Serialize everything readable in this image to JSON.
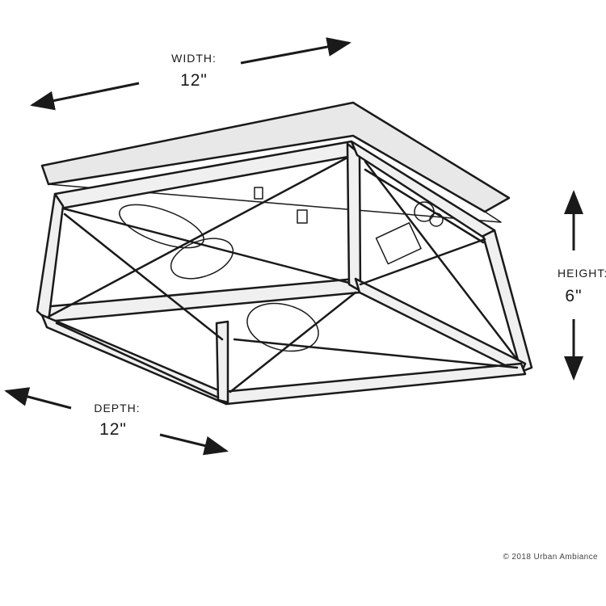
{
  "dimensions": {
    "width": {
      "label": "WIDTH:",
      "value": "12\""
    },
    "height": {
      "label": "HEIGHT:",
      "value": "6\""
    },
    "depth": {
      "label": "DEPTH:",
      "value": "12\""
    }
  },
  "copyright": "© 2018 Urban Ambiance",
  "illustration": {
    "subject": "square-flush-mount-ceiling-light-icon",
    "line_color": "#1a1a1a"
  }
}
